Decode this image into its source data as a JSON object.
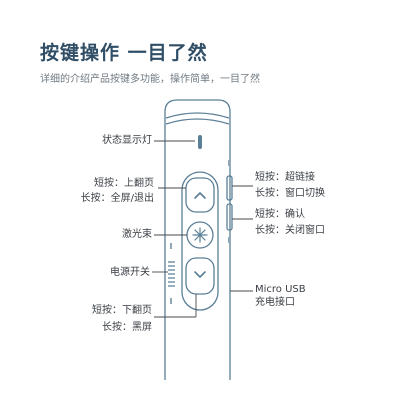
{
  "header": {
    "title": "按键操作 一目了然",
    "subtitle": "详细的介绍产品按键多功能，操作简单，一目了然"
  },
  "labels": {
    "status_light": "状态显示灯",
    "short_press_page_up": "短按：上翻页",
    "long_press_fullscreen": "长按：全屏/退出",
    "laser": "激光束",
    "power_switch": "电源开关",
    "short_press_page_down": "短按：下翻页",
    "long_press_black": "长按：黑屏",
    "short_press_hyperlink": "短按：超链接",
    "long_press_switch_window": "长按：窗口切换",
    "short_press_confirm": "短按：确认",
    "long_press_close_window": "长按：关闭窗口",
    "usb_line1": "Micro USB",
    "usb_line2": "充电接口"
  },
  "colors": {
    "outline": "#5b7f96",
    "leader_line": "#4a4a4a",
    "title": "#304e66"
  },
  "icons": {
    "up_button": "chevron-up-icon",
    "laser_button": "laser-star-icon",
    "down_button": "chevron-down-icon"
  }
}
